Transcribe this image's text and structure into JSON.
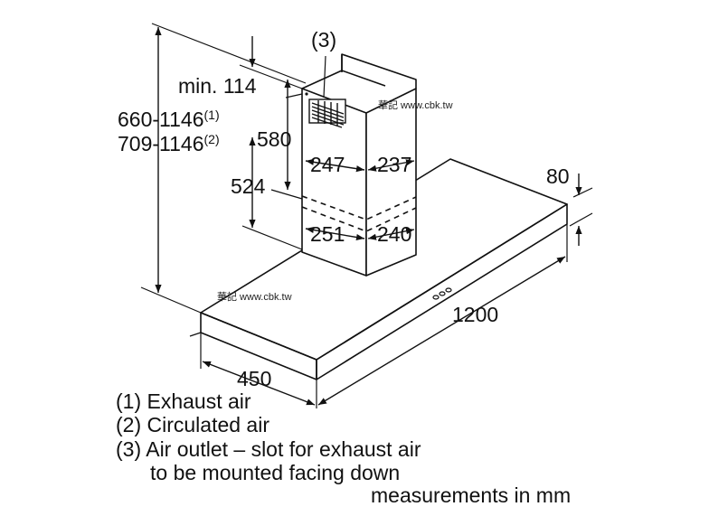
{
  "dimensions": {
    "total_height_1": "660-1146",
    "total_height_2": "709-1146",
    "note_1": "(1)",
    "note_2": "(2)",
    "min_top": "min. 114",
    "chimney_upper": "580",
    "chimney_lower": "524",
    "outlet_label": "(3)",
    "upper_width_front": "247",
    "upper_width_side": "237",
    "lower_width_front": "251",
    "lower_width_side": "240",
    "canopy_thickness": "80",
    "canopy_width": "1200",
    "canopy_depth": "450"
  },
  "watermark": {
    "top": "華記 www.cbk.tw",
    "middle": "華記 www.cbk.tw"
  },
  "legend": {
    "item1": "(1) Exhaust air",
    "item2": "(2) Circulated air",
    "item3_line1": "(3) Air outlet – slot for exhaust air",
    "item3_line2": "to be mounted facing down",
    "units": "measurements in mm"
  },
  "colors": {
    "line": "#111111",
    "background": "#ffffff"
  }
}
